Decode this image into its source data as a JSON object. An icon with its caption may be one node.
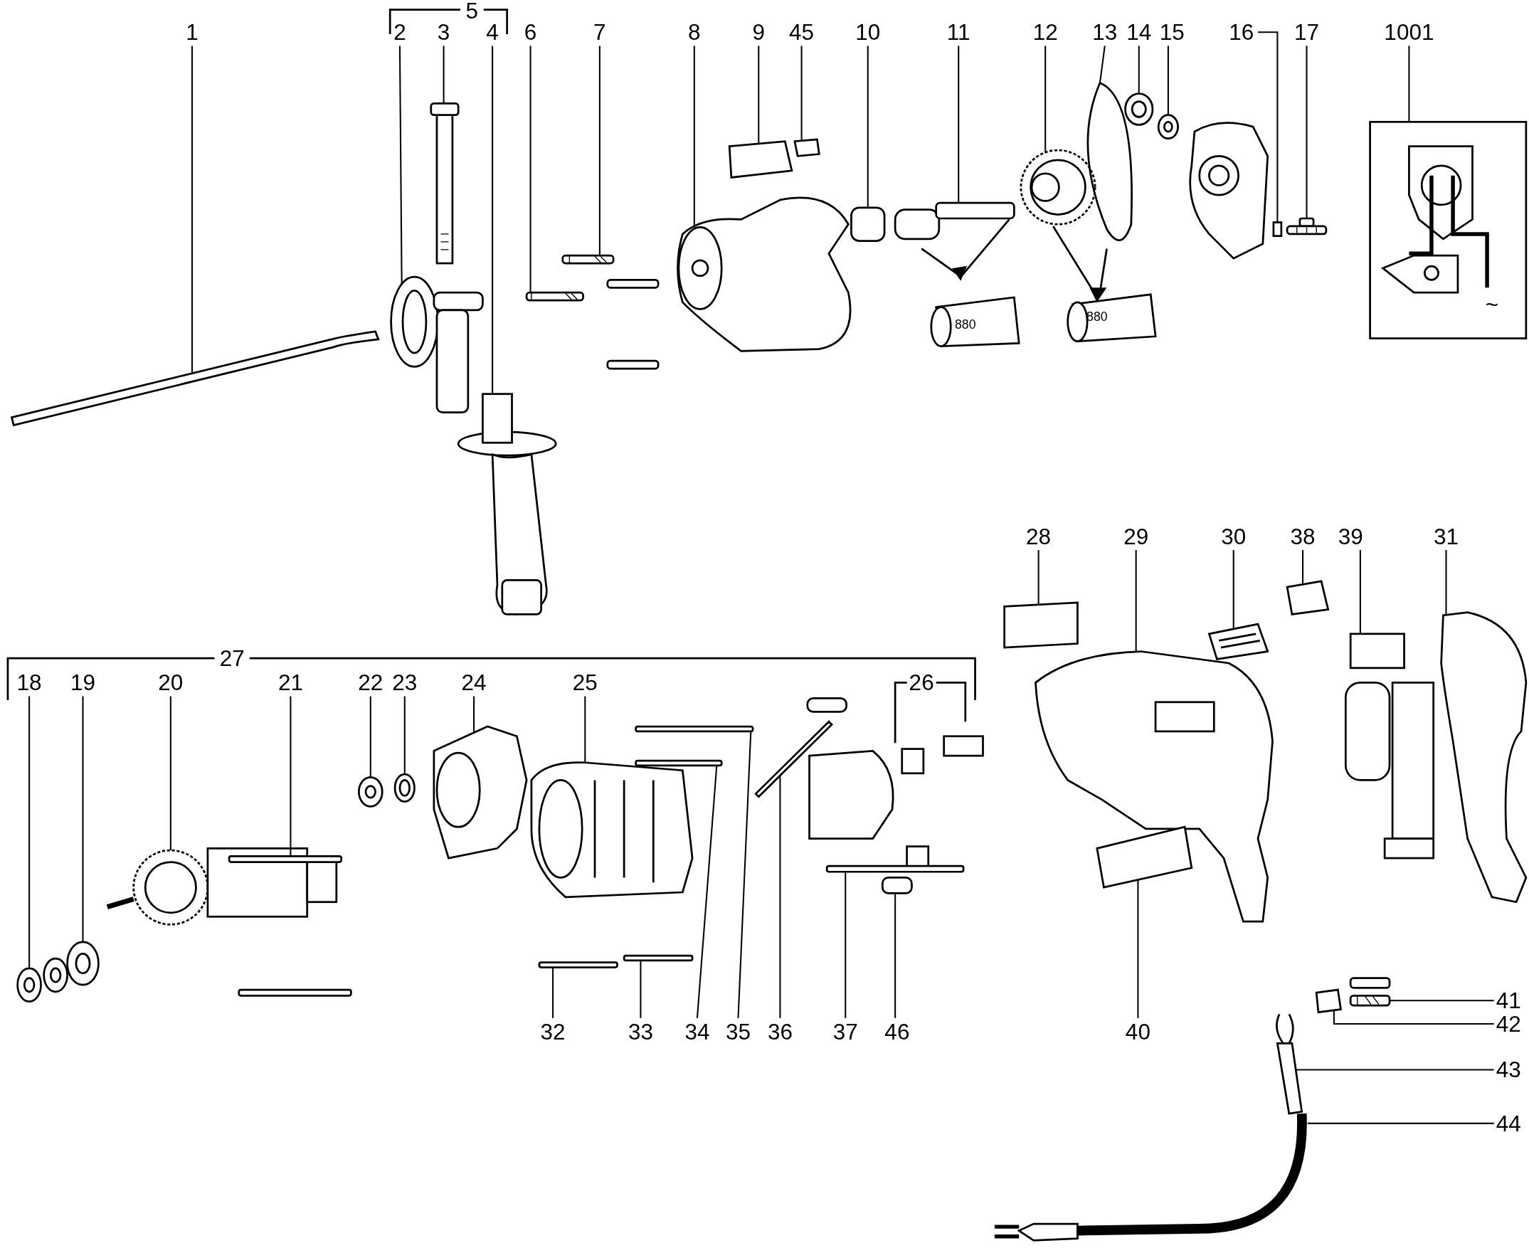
{
  "diagram": {
    "nodes": [
      {
        "text": [
          "1"
        ]
      },
      {
        "text": [
          "2"
        ]
      },
      {
        "text": [
          "3"
        ]
      },
      {
        "text": [
          "4"
        ]
      },
      {
        "text": [
          "6"
        ]
      },
      {
        "text": [
          "7"
        ]
      },
      {
        "text": [
          "8"
        ]
      },
      {
        "text": [
          "9"
        ]
      },
      {
        "text": [
          "45"
        ]
      },
      {
        "text": [
          "10"
        ]
      },
      {
        "text": [
          "11"
        ]
      },
      {
        "text": [
          "12"
        ]
      },
      {
        "text": [
          "13"
        ]
      },
      {
        "text": [
          "14"
        ]
      },
      {
        "text": [
          "15"
        ]
      },
      {
        "text": [
          "16"
        ]
      },
      {
        "text": [
          "17"
        ]
      },
      {
        "text": [
          "1001"
        ]
      },
      {
        "text": [
          "28"
        ]
      },
      {
        "text": [
          "29"
        ]
      },
      {
        "text": [
          "30"
        ]
      },
      {
        "text": [
          "38"
        ]
      },
      {
        "text": [
          "39"
        ]
      },
      {
        "text": [
          "31"
        ]
      },
      {
        "text": [
          "18"
        ]
      },
      {
        "text": [
          "19"
        ]
      },
      {
        "text": [
          "20"
        ]
      },
      {
        "text": [
          "21"
        ]
      },
      {
        "text": [
          "22"
        ]
      },
      {
        "text": [
          "23"
        ]
      },
      {
        "text": [
          "24"
        ]
      },
      {
        "text": [
          "25"
        ]
      },
      {
        "text": [
          "32"
        ]
      },
      {
        "text": [
          "33"
        ]
      },
      {
        "text": [
          "34"
        ]
      },
      {
        "text": [
          "35"
        ]
      },
      {
        "text": [
          "36"
        ]
      },
      {
        "text": [
          "37"
        ]
      },
      {
        "text": [
          "46"
        ]
      },
      {
        "text": [
          "40"
        ]
      },
      {
        "text": [
          "41"
        ]
      },
      {
        "text": [
          "42"
        ]
      },
      {
        "text": [
          "43"
        ]
      },
      {
        "text": [
          "44"
        ]
      },
      {
        "text": [],
        "shape": "picture"
      },
      {
        "text": [],
        "shape": "picture"
      },
      {
        "text": [],
        "shape": "picture"
      },
      {
        "text": [],
        "shape": "picture"
      },
      {
        "text": [],
        "shape": "picture"
      },
      {
        "text": [],
        "shape": "picture"
      },
      {
        "text": [],
        "shape": "picture"
      },
      {
        "text": [],
        "shape": "box"
      },
      {
        "text": [],
        "shape": "box"
      },
      {
        "text": [],
        "shape": "box"
      },
      {
        "text": [],
        "shape": "picture"
      },
      {
        "text": [],
        "shape": "picture"
      },
      {
        "text": [],
        "shape": "picture"
      },
      {
        "text": [],
        "shape": "picture"
      },
      {
        "text": [],
        "shape": "picture"
      },
      {
        "text": [],
        "shape": "box"
      },
      {
        "text": [],
        "shape": "picture"
      },
      {
        "text": [],
        "shape": "picture"
      },
      {
        "text": [],
        "shape": "box"
      },
      {
        "text": [],
        "shape": "picture"
      },
      {
        "text": [],
        "shape": "picture"
      },
      {
        "text": [],
        "shape": "box"
      },
      {
        "text": [],
        "shape": "picture"
      },
      {
        "text": [],
        "shape": "picture"
      },
      {
        "text": [],
        "shape": "picture"
      },
      {
        "text": [],
        "shape": "picture"
      },
      {
        "text": [],
        "shape": "picture"
      },
      {
        "text": [],
        "shape": "picture"
      },
      {
        "text": [],
        "shape": "picture"
      },
      {
        "text": [],
        "shape": "picture"
      },
      {
        "text": [],
        "shape": "picture"
      },
      {
        "text": [],
        "shape": "picture"
      },
      {
        "text": [],
        "shape": "box"
      },
      {
        "text": [],
        "shape": "box"
      },
      {
        "text": [],
        "shape": "box"
      },
      {
        "text": [],
        "shape": "box"
      },
      {
        "text": [],
        "shape": "box"
      },
      {
        "text": [],
        "shape": "box"
      },
      {
        "text": [],
        "shape": "box"
      },
      {
        "text": [],
        "shape": "box"
      },
      {
        "text": [],
        "shape": "picture"
      },
      {
        "text": [],
        "shape": "box"
      },
      {
        "text": [],
        "shape": "picture"
      },
      {
        "text": [],
        "shape": "picture"
      }
    ],
    "edges": [
      {
        "from": 0,
        "to": 44,
        "arrow": "none"
      },
      {
        "from": 1,
        "to": 45,
        "arrow": "none"
      },
      {
        "from": 2,
        "to": 46,
        "arrow": "none"
      },
      {
        "from": 3,
        "to": 47,
        "arrow": "none"
      },
      {
        "from": 4,
        "to": 48,
        "arrow": "none"
      },
      {
        "from": 5,
        "to": 49,
        "arrow": "none"
      },
      {
        "from": 6,
        "to": 50,
        "arrow": "none"
      },
      {
        "from": 7,
        "to": 51,
        "arrow": "none"
      },
      {
        "from": 8,
        "to": 52,
        "arrow": "none"
      },
      {
        "from": 9,
        "to": 53,
        "arrow": "none"
      },
      {
        "from": 10,
        "to": 54,
        "arrow": "none"
      },
      {
        "from": 11,
        "to": 55,
        "arrow": "none"
      },
      {
        "from": 12,
        "to": 56,
        "arrow": "none"
      },
      {
        "from": 13,
        "to": 57,
        "arrow": "none"
      },
      {
        "from": 14,
        "to": 58,
        "arrow": "none"
      },
      {
        "from": 15,
        "to": 59,
        "arrow": "none"
      },
      {
        "from": 16,
        "to": 60,
        "arrow": "none"
      },
      {
        "from": 17,
        "to": 61,
        "arrow": "none"
      },
      {
        "from": 18,
        "to": 62,
        "arrow": "none"
      },
      {
        "from": 19,
        "to": 63,
        "arrow": "none"
      },
      {
        "from": 20,
        "to": 64,
        "arrow": "none"
      },
      {
        "from": 21,
        "to": 65,
        "arrow": "none"
      },
      {
        "from": 22,
        "to": 66,
        "arrow": "none"
      },
      {
        "from": 23,
        "to": 67,
        "arrow": "none"
      },
      {
        "from": 24,
        "to": 68,
        "arrow": "none"
      },
      {
        "from": 25,
        "to": 69,
        "arrow": "none"
      },
      {
        "from": 26,
        "to": 70,
        "arrow": "none"
      },
      {
        "from": 27,
        "to": 71,
        "arrow": "none"
      },
      {
        "from": 28,
        "to": 72,
        "arrow": "none"
      },
      {
        "from": 29,
        "to": 73,
        "arrow": "none"
      },
      {
        "from": 30,
        "to": 74,
        "arrow": "none"
      },
      {
        "from": 31,
        "to": 75,
        "arrow": "none"
      },
      {
        "from": 32,
        "to": 76,
        "arrow": "none"
      },
      {
        "from": 33,
        "to": 77,
        "arrow": "none"
      },
      {
        "from": 34,
        "to": 78,
        "arrow": "none"
      },
      {
        "from": 35,
        "to": 79,
        "arrow": "none"
      },
      {
        "from": 36,
        "to": 80,
        "arrow": "none"
      },
      {
        "from": 37,
        "to": 81,
        "arrow": "none"
      },
      {
        "from": 38,
        "to": 82,
        "arrow": "none"
      },
      {
        "from": 39,
        "to": 83,
        "arrow": "none"
      },
      {
        "from": 40,
        "to": 84,
        "arrow": "none"
      },
      {
        "from": 41,
        "to": 85,
        "arrow": "none"
      },
      {
        "from": 42,
        "to": 86,
        "arrow": "none"
      },
      {
        "from": 43,
        "to": 87,
        "arrow": "none"
      }
    ],
    "labels": [
      "5",
      "27",
      "26",
      "880",
      "880",
      "~"
    ]
  }
}
